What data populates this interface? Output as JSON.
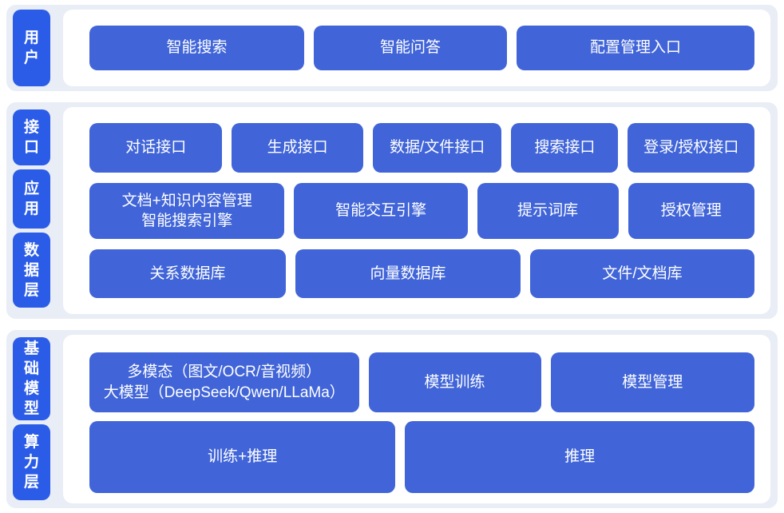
{
  "diagram_title": "AI platform architecture layers",
  "colors": {
    "block_blue": "#4165d8",
    "side_label_blue": "#2b5ce8",
    "panel_background": "#e9edf5",
    "card_background": "#ffffff",
    "text_white": "#ffffff"
  },
  "sections": [
    {
      "side_labels": [
        "用户"
      ],
      "rows": [
        [
          "智能搜索",
          "智能问答",
          "配置管理入口"
        ]
      ]
    },
    {
      "side_labels": [
        "接口",
        "应用",
        "数据层"
      ],
      "rows": [
        [
          "对话接口",
          "生成接口",
          "数据/文件接口",
          "搜索接口",
          "登录/授权接口"
        ],
        [
          "文档+知识内容管理\n智能搜索引擎",
          "智能交互引擎",
          "提示词库",
          "授权管理"
        ],
        [
          "关系数据库",
          "向量数据库",
          "文件/文档库"
        ]
      ]
    },
    {
      "side_labels": [
        "基础模型",
        "算力层"
      ],
      "rows": [
        [
          "多模态（图文/OCR/音视频）\n大模型（DeepSeek/Qwen/LLaMa）",
          "模型训练",
          "模型管理"
        ],
        [
          "训练+推理",
          "推理"
        ]
      ]
    }
  ]
}
